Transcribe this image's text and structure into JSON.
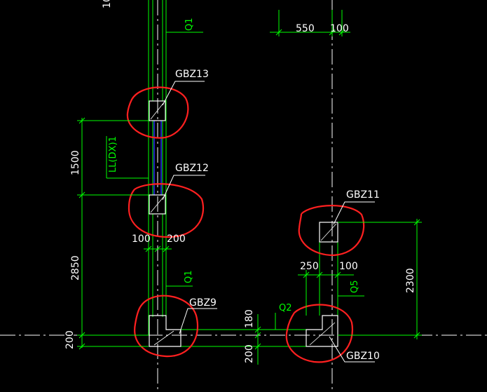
{
  "colors": {
    "background": "#000000",
    "dimension": "#00ff00",
    "outline": "#ffffff",
    "highlight": "#ff2020",
    "beam": "#2a2aff",
    "axis": "#ffffff"
  },
  "components": {
    "gbz13": "GBZ13",
    "gbz12": "GBZ12",
    "gbz11": "GBZ11",
    "gbz9": "GBZ9",
    "gbz10": "GBZ10"
  },
  "beam_label": "LL(DX)1",
  "wall_labels": {
    "q1_top": "Q1",
    "q1_mid": "Q1",
    "q2": "Q2",
    "q5": "Q5"
  },
  "dimensions": {
    "d550": "550",
    "d100_top": "100",
    "d1500": "1500",
    "d2850": "2850",
    "d200_left": "200",
    "d100_mid": "100",
    "d200_mid": "200",
    "d250": "250",
    "d100_right": "100",
    "d2300": "2300",
    "d180": "180",
    "d200_bottom": "200",
    "d10_top": "10"
  }
}
